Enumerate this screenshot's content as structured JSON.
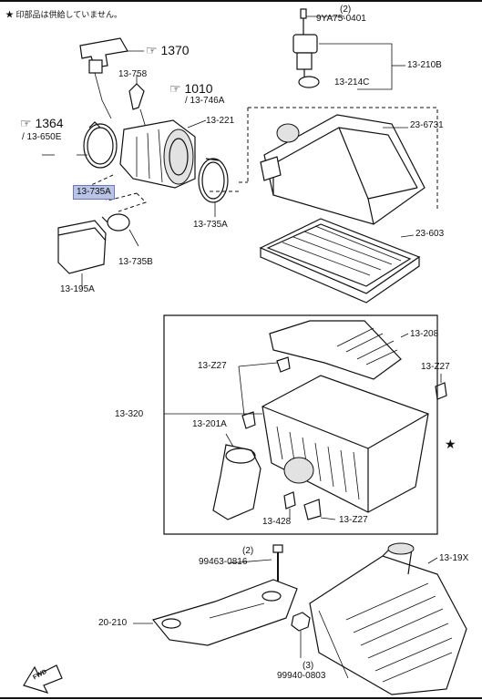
{
  "header": {
    "note": "★ 印部品は供給していません。"
  },
  "labels": {
    "qty_2a": "(2)",
    "p_9ya75": "9YA75-0401",
    "p_1370": "☞ 1370",
    "p_13_758": "13-758",
    "p_1010": "☞ 1010",
    "p_13_746a": "/ 13-746A",
    "p_1364": "☞ 1364",
    "p_13_650e": "/ 13-650E",
    "p_13_221": "13-221",
    "p_13_210b": "13-210B",
    "p_13_214c": "13-214C",
    "p_23_6731": "23-6731",
    "p_13_735a_hl": "13-735A",
    "p_13_735a": "13-735A",
    "p_13_735b": "13-735B",
    "p_23_603": "23-603",
    "p_13_195a": "13-195A",
    "p_13_208": "13-208",
    "p_13_z27a": "13-Z27",
    "p_13_z27b": "13-Z27",
    "p_13_320": "13-320",
    "p_13_201a": "13-201A",
    "star": "★",
    "p_13_428": "13-428",
    "p_13_z27c": "13-Z27",
    "qty_2b": "(2)",
    "p_99463": "99463-0816",
    "p_13_19x": "13-19X",
    "p_20_210": "20-210",
    "p_99940": "99940-0803",
    "qty_3": "(3)",
    "fwd": "FWD"
  }
}
